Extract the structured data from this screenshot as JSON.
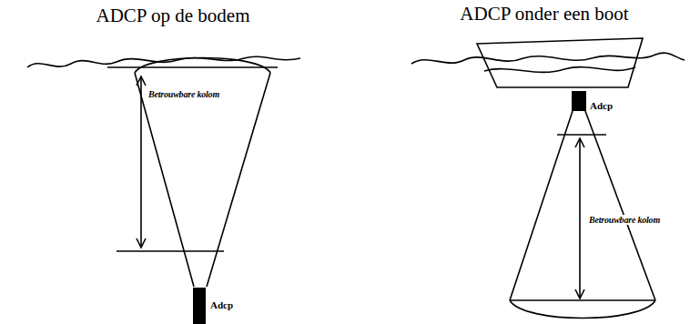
{
  "diagram": {
    "labels": [
      "ADCP op de bodem",
      "Betrouwbare kolom",
      "Adcp",
      "ADCP onder een boot",
      "Adcp",
      "Betrouwbare kolom"
    ]
  }
}
